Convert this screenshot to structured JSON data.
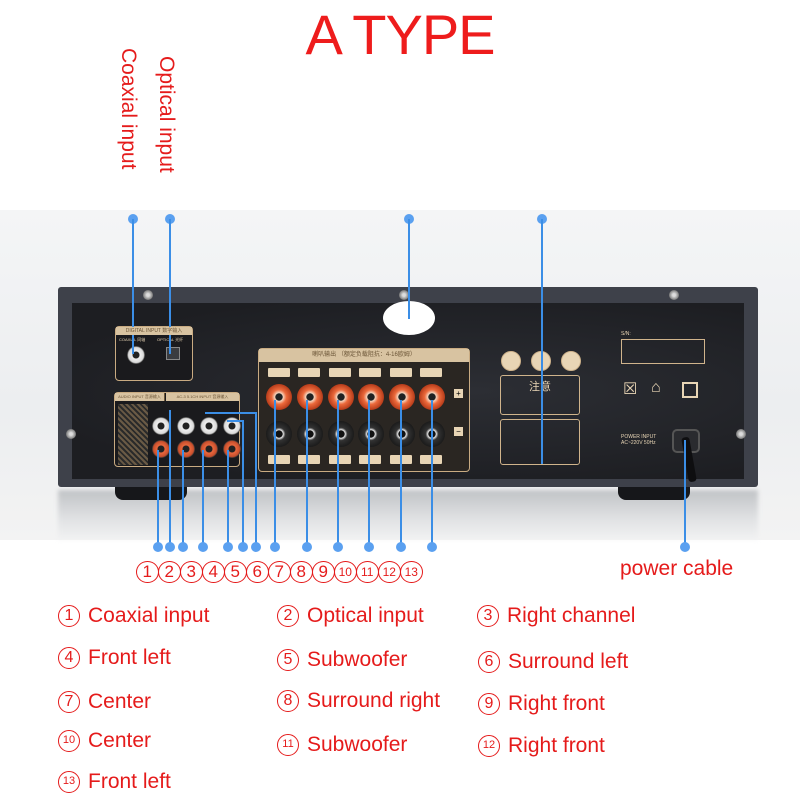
{
  "title": "A TYPE",
  "vertical_labels": {
    "coaxial": "Coaxial input",
    "optical": "Optical input"
  },
  "device": {
    "digital_input_header": "DIGITAL INPUT 数字输入",
    "coaxial_label": "COAXIAL 同轴",
    "optical_label": "OPTICAL 光纤",
    "audio_input_header": "AUDIO INPUT 音源输入",
    "ac3_input_header": "AC-3 5.1CH INPUT 音源输入",
    "speaker_output_header": "喇叭输出 （额定负载阻抗：4-16欧姆）",
    "caution_label": "注意",
    "power_input_label": "POWER INPUT",
    "power_input_spec": "AC~220V 50Hz",
    "serial_label": "S/N:"
  },
  "callout_numbers": [
    "1",
    "2",
    "3",
    "4",
    "5",
    "6",
    "7",
    "8",
    "9",
    "10",
    "11",
    "12",
    "13"
  ],
  "power_label": "power cable",
  "legend": [
    {
      "num": "1",
      "label": "Coaxial input"
    },
    {
      "num": "2",
      "label": "Optical input"
    },
    {
      "num": "3",
      "label": "Right channel"
    },
    {
      "num": "4",
      "label": "Front left"
    },
    {
      "num": "5",
      "label": "Subwoofer"
    },
    {
      "num": "6",
      "label": "Surround left"
    },
    {
      "num": "7",
      "label": "Center"
    },
    {
      "num": "8",
      "label": "Surround right"
    },
    {
      "num": "9",
      "label": "Right front"
    },
    {
      "num": "10",
      "label": "Center"
    },
    {
      "num": "11",
      "label": "Subwoofer"
    },
    {
      "num": "12",
      "label": "Right front"
    },
    {
      "num": "13",
      "label": "Front left"
    }
  ],
  "colors": {
    "annotation_red": "#e51b1b",
    "callout_blue": "#3b8ee6",
    "chassis": "#1d1e22",
    "panel_gold": "#d8c3a1"
  }
}
